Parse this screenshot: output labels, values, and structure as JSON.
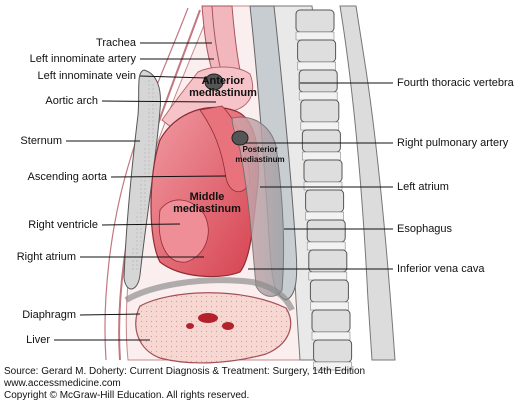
{
  "labels": {
    "trachea": "Trachea",
    "left_innominate_artery": "Left innominate artery",
    "left_innominate_vein": "Left innominate vein",
    "aortic_arch": "Aortic arch",
    "sternum": "Sternum",
    "ascending_aorta": "Ascending aorta",
    "right_ventricle": "Right ventricle",
    "right_atrium": "Right atrium",
    "diaphragm": "Diaphragm",
    "liver": "Liver",
    "fourth_thoracic_vertebra": "Fourth thoracic vertebra",
    "right_pulmonary_artery": "Right pulmonary artery",
    "left_atrium": "Left atrium",
    "esophagus": "Esophagus",
    "inferior_vena_cava": "Inferior vena cava"
  },
  "regions": {
    "anterior_line1": "Anterior",
    "anterior_line2": "mediastinum",
    "middle_line1": "Middle",
    "middle_line2": "mediastinum",
    "posterior_line1": "Posterior",
    "posterior_line2": "mediastinum"
  },
  "credit": {
    "source": "Source: Gerard M. Doherty: Current Diagnosis & Treatment: Surgery, 14th Edition",
    "website": "www.accessmedicine.com",
    "copyright": "Copyright © McGraw-Hill Education. All rights reserved."
  },
  "colors": {
    "heart": "#e0525e",
    "heart_dark": "#c93a48",
    "anterior_region": "#f6c4c8",
    "liver": "#f7d7d2",
    "bone": "#d9d9d9",
    "cartilage": "#ececec"
  }
}
